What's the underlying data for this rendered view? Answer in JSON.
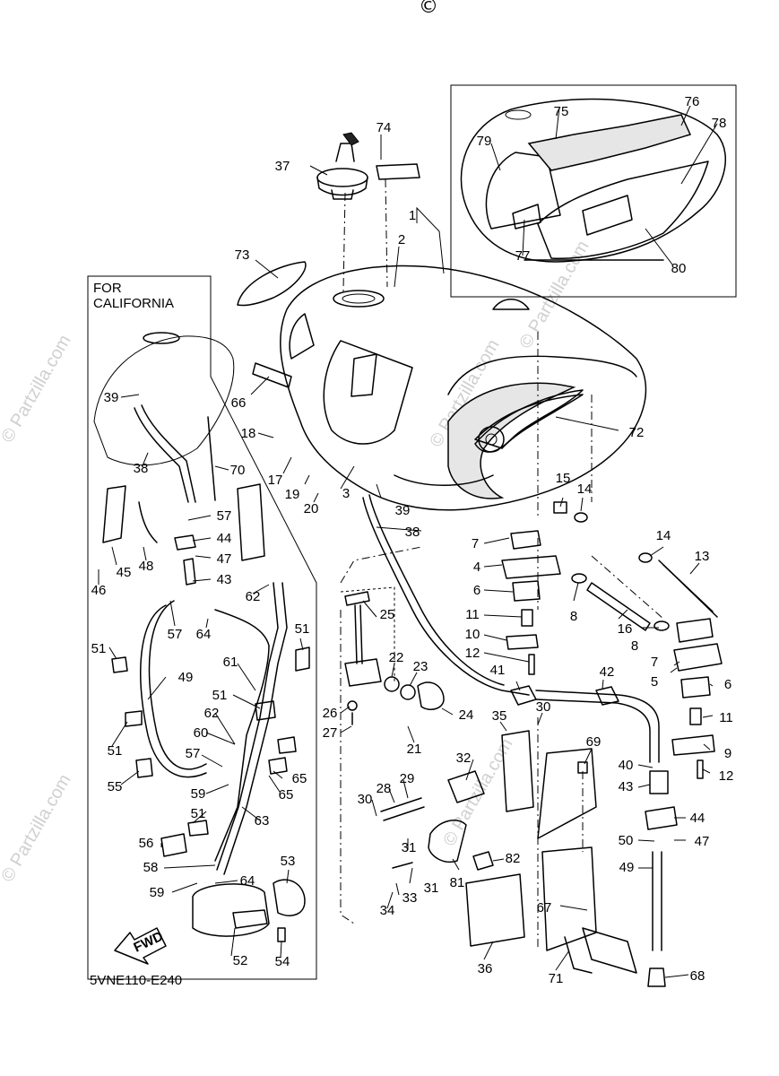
{
  "header": {
    "copyright_symbol": "©"
  },
  "watermarks": [
    "© Partzilla.com",
    "© Partzilla.com",
    "© Partzilla.com",
    "© Partzilla.com",
    "© Partzilla.com"
  ],
  "inset": {
    "title_line1": "FOR",
    "title_line2": "CALIFORNIA"
  },
  "fwd_arrow": "FWD",
  "diagram_code": "5VNE110-E240",
  "callouts": {
    "c1": "1",
    "c2": "2",
    "c3": "3",
    "c4": "4",
    "c5": "5",
    "c6a": "6",
    "c6b": "6",
    "c7a": "7",
    "c7b": "7",
    "c8a": "8",
    "c8b": "8",
    "c9": "9",
    "c10": "10",
    "c11a": "11",
    "c11b": "11",
    "c12a": "12",
    "c12b": "12",
    "c13": "13",
    "c14a": "14",
    "c14b": "14",
    "c15": "15",
    "c16": "16",
    "c17": "17",
    "c18": "18",
    "c19": "19",
    "c20": "20",
    "c21": "21",
    "c22": "22",
    "c23": "23",
    "c24": "24",
    "c25": "25",
    "c26": "26",
    "c27": "27",
    "c28": "28",
    "c29": "29",
    "c30a": "30",
    "c30b": "30",
    "c31a": "31",
    "c31b": "31",
    "c32": "32",
    "c33": "33",
    "c34": "34",
    "c35": "35",
    "c36": "36",
    "c37": "37",
    "c38a": "38",
    "c38b": "38",
    "c39a": "39",
    "c39b": "39",
    "c40": "40",
    "c41": "41",
    "c42": "42",
    "c43a": "43",
    "c43b": "43",
    "c44a": "44",
    "c44b": "44",
    "c45": "45",
    "c46": "46",
    "c47a": "47",
    "c47b": "47",
    "c48": "48",
    "c49a": "49",
    "c49b": "49",
    "c50": "50",
    "c51a": "51",
    "c51b": "51",
    "c51c": "51",
    "c51d": "51",
    "c51e": "51",
    "c52": "52",
    "c53": "53",
    "c54": "54",
    "c55": "55",
    "c56": "56",
    "c57a": "57",
    "c57b": "57",
    "c57c": "57",
    "c58": "58",
    "c59a": "59",
    "c59b": "59",
    "c60": "60",
    "c61": "61",
    "c62a": "62",
    "c62b": "62",
    "c63": "63",
    "c64a": "64",
    "c64b": "64",
    "c65a": "65",
    "c65b": "65",
    "c66": "66",
    "c67": "67",
    "c68": "68",
    "c69": "69",
    "c70": "70",
    "c71": "71",
    "c72": "72",
    "c73": "73",
    "c74": "74",
    "c75": "75",
    "c76": "76",
    "c77": "77",
    "c78": "78",
    "c79": "79",
    "c80": "80",
    "c81": "81",
    "c82": "82"
  }
}
